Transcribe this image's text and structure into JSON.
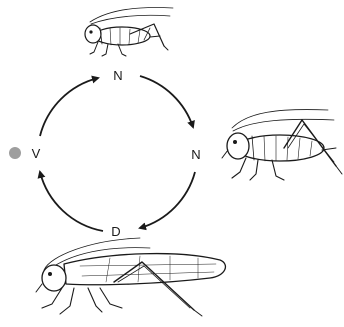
{
  "diagram": {
    "stages": {
      "top": "N",
      "right": "N",
      "bottom": "D",
      "left": "V"
    },
    "marker_color": "#9e9e9e",
    "line_color": "#1a1a1a",
    "illustrations": [
      "cricket-nymph-small-icon",
      "cricket-nymph-large-icon",
      "cricket-adult-icon"
    ]
  }
}
